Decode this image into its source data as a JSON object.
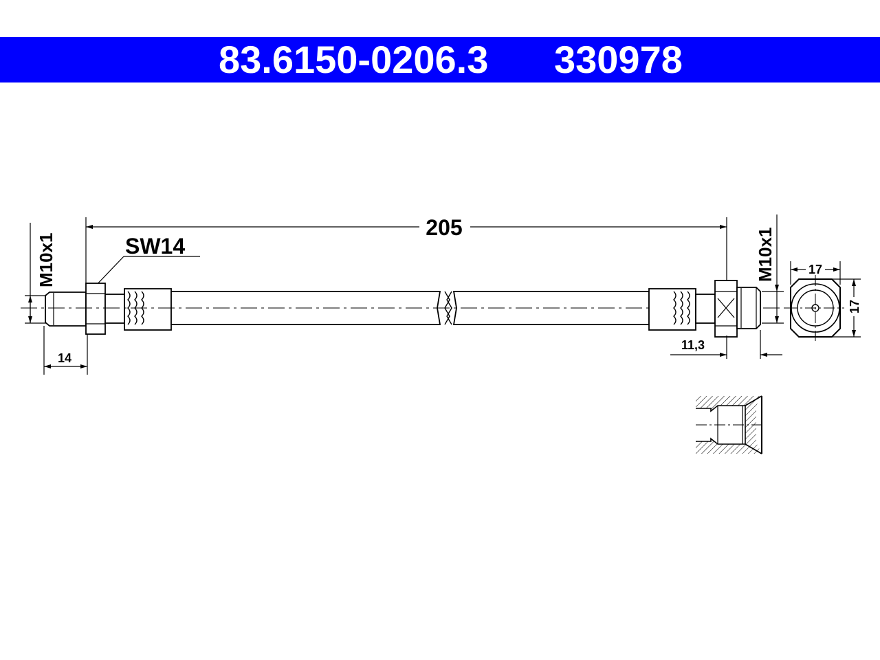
{
  "header": {
    "ate_number": "83.6150-0206.3",
    "oe_number": "330978",
    "background_color": "#0000ff",
    "text_color": "#ffffff"
  },
  "drawing": {
    "overall_length": "205",
    "wrench_size": "SW14",
    "left_thread": "M10x1",
    "right_thread": "M10x1",
    "left_thread_length": "14",
    "right_fitting_length": "11,3",
    "hex_width": "17",
    "hex_height": "17"
  }
}
